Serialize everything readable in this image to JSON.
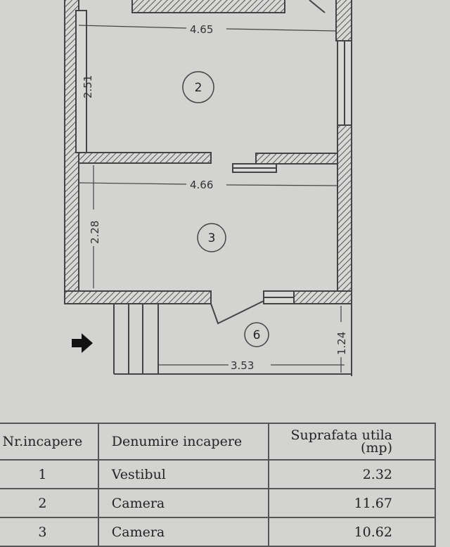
{
  "plan": {
    "rooms": [
      {
        "number": "2",
        "width_label": "4.65",
        "height_label": "2.51"
      },
      {
        "number": "3",
        "width_label": "4.66",
        "height_label": "2.28"
      },
      {
        "number": "6",
        "width_label": "3.53",
        "height_label": "1.24"
      }
    ],
    "entrance_icon": "arrow-right-icon"
  },
  "table": {
    "headers": [
      "Nr.incapere",
      "Denumire incapere",
      "Suprafata utila",
      "(mp)"
    ],
    "rows": [
      {
        "nr": "1",
        "name": "Vestibul",
        "area": "2.32"
      },
      {
        "nr": "2",
        "name": "Camera",
        "area": "11.67"
      },
      {
        "nr": "3",
        "name": "Camera",
        "area": "10.62"
      }
    ]
  }
}
